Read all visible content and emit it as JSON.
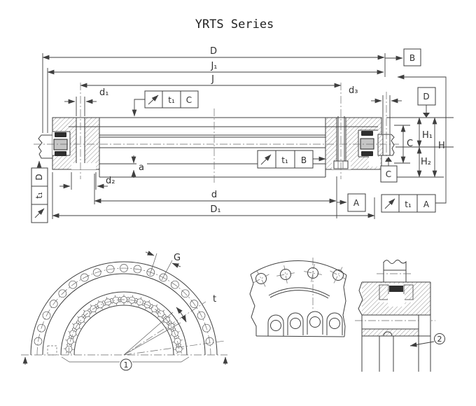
{
  "title": "YRTS Series",
  "main_view": {
    "dims": {
      "D": "D",
      "J1": "J₁",
      "J": "J",
      "d1": "d₁",
      "d2": "d₂",
      "d3": "d₃",
      "a": "a",
      "d": "d",
      "D1": "D₁",
      "H1": "H₁",
      "H2": "H₂",
      "H": "H",
      "C": "C"
    },
    "datums": {
      "A": "A",
      "B": "B",
      "C": "C",
      "D": "D"
    },
    "frames": {
      "tolerance": "t₁",
      "datum_a": "A",
      "datum_b": "B",
      "datum_c": "C",
      "datum_d": "D"
    }
  },
  "front_view": {
    "dims": {
      "G": "G",
      "t": "t"
    },
    "callout_1": "1"
  },
  "detail_view": {
    "callout_2": "2"
  }
}
